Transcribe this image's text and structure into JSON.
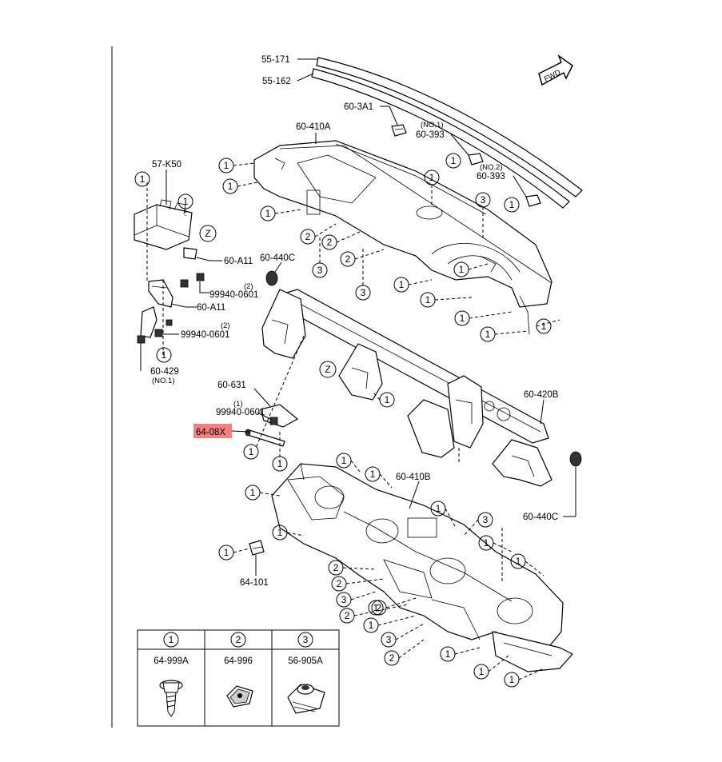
{
  "labels": {
    "l_55_171": "55-171",
    "l_55_162": "55-162",
    "fwd": "FWD",
    "l_60_3a1": "60-3A1",
    "no1": "(NO.1)",
    "l_60_393a": "60-393",
    "no2": "(NO.2)",
    "l_60_393b": "60-393",
    "l_60_410a": "60-410A",
    "l_57_k50": "57-K50",
    "z": "Z",
    "l_60_a11a": "60-A11",
    "l_60_440c_top": "60-440C",
    "two": "(2)",
    "l_99940_a": "99940-0601",
    "l_60_a11b": "60-A11",
    "l_99940_b": "99940-0601",
    "l_60_429": "60-429",
    "no1_b": "(NO.1)",
    "l_60_631": "60-631",
    "one": "(1)",
    "l_99940_c": "99940-0601",
    "l_64_08x": "64-08X",
    "l_60_420b": "60-420B",
    "l_60_410b": "60-410B",
    "l_60_440c_bot": "60-440C",
    "l_64_101": "64-101"
  },
  "callouts": {
    "c1": "1",
    "c2": "2",
    "c3": "3"
  },
  "legend": {
    "headers": [
      "1",
      "2",
      "3"
    ],
    "parts": [
      "64-999A",
      "64-996",
      "56-905A"
    ]
  },
  "colors": {
    "highlight": "#f48080"
  }
}
